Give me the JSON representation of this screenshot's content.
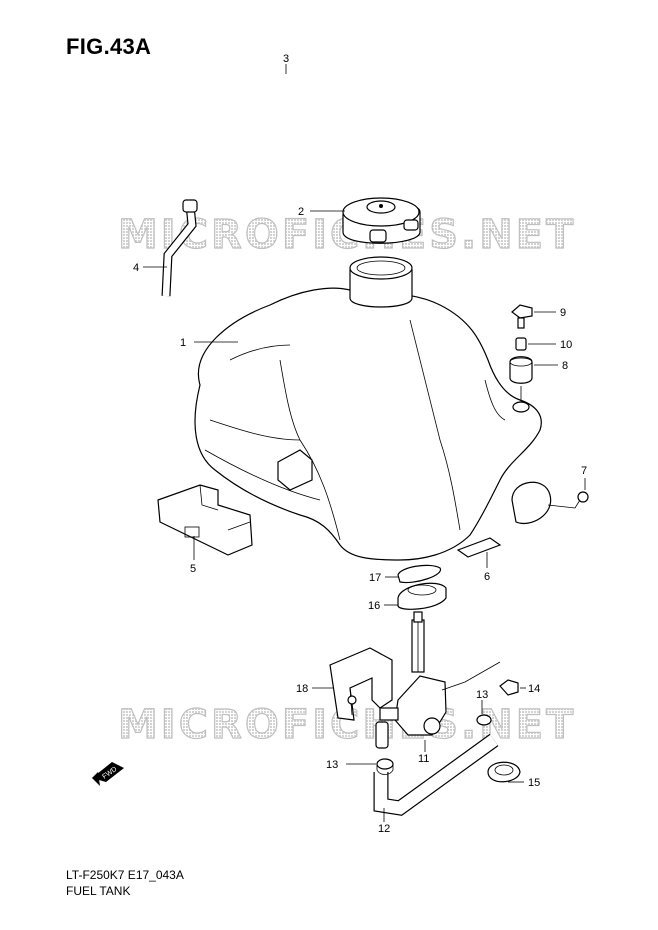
{
  "figure": {
    "title": "FIG.43A",
    "code": "LT-F250K7 E17_043A",
    "name": "FUEL TANK",
    "watermark": "MICROFICHES.NET",
    "fwd_label": "FWD"
  },
  "callouts": [
    "1",
    "2",
    "3",
    "4",
    "5",
    "6",
    "7",
    "8",
    "9",
    "10",
    "11",
    "12",
    "13",
    "13",
    "14",
    "15",
    "16",
    "17",
    "18"
  ]
}
